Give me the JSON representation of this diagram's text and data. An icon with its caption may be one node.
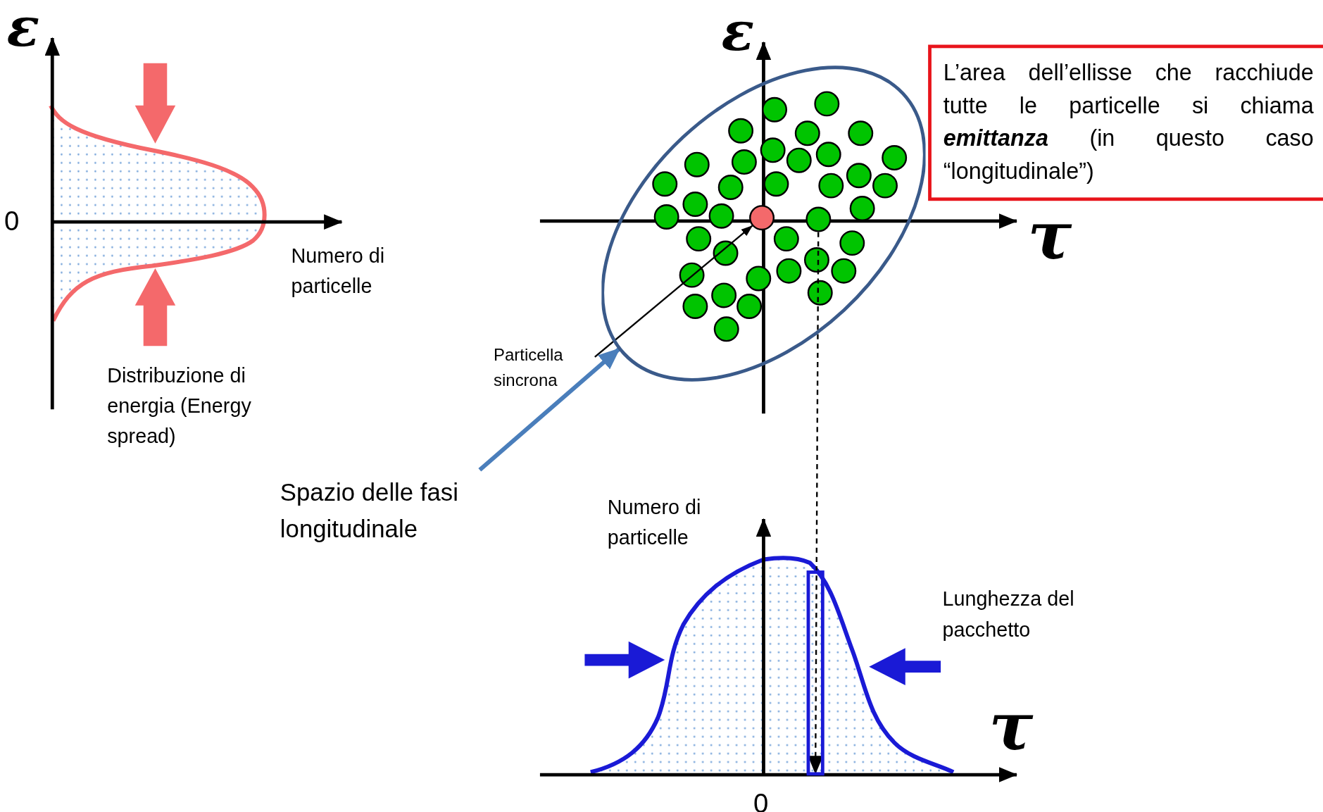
{
  "diagram": {
    "nodes": [
      {
        "text": [
          "Particella sincrona"
        ]
      },
      {
        "text": [],
        "shape": "circle",
        "in": 3
      },
      {
        "text": [
          "Spazio delle fasi longitudinale"
        ]
      },
      {
        "text": [],
        "shape": "ellipse"
      },
      {
        "text": [
          "L’area dell’ellisse che racchiude tutte le particelle si chiama **emittanza** (in questo caso “longitudinale”)"
        ]
      },
      {
        "text": [],
        "shape": "circle",
        "in": 3
      },
      {
        "text": [],
        "shape": "bar"
      }
    ],
    "edges": [
      {
        "from": 0,
        "to": 1,
        "arrow": "to"
      },
      {
        "from": 2,
        "to": 3,
        "arrow": "to",
        "style": "thick",
        "color": "#4a7ebb"
      },
      {
        "from": 5,
        "to": 6,
        "arrow": "to",
        "style": "dashed"
      }
    ],
    "labels": [
      "ε",
      "ε",
      "0",
      "τ",
      "Numero di particelle",
      "Distribuzione di energia (Energy spread)",
      "Numero di particelle",
      "Lunghezza del pacchetto",
      "τ",
      "0"
    ]
  }
}
